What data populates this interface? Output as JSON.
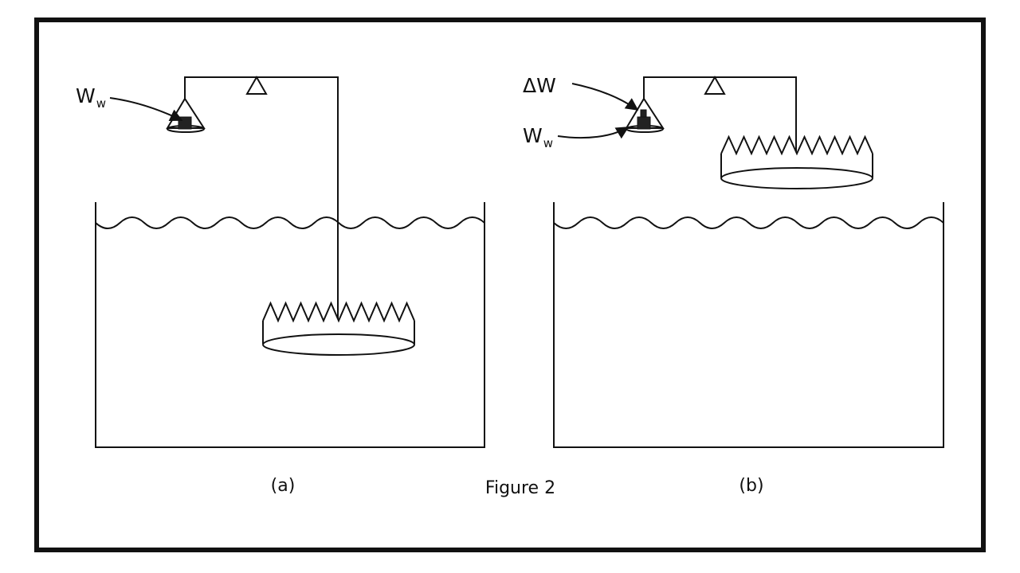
{
  "figure_title": "Figure 2",
  "panel_a": {
    "caption": "(a)",
    "weight_label": {
      "main": "W",
      "sub": "w"
    }
  },
  "panel_b": {
    "caption": "(b)",
    "delta_label": "ΔW",
    "weight_label": {
      "main": "W",
      "sub": "w"
    }
  },
  "colors": {
    "stroke": "#111111",
    "mass_fill": "#222222",
    "background": "#ffffff"
  },
  "icons": [
    "balance-pivot-icon",
    "weight-pan-icon",
    "ring-plate-icon",
    "water-tank-icon"
  ]
}
